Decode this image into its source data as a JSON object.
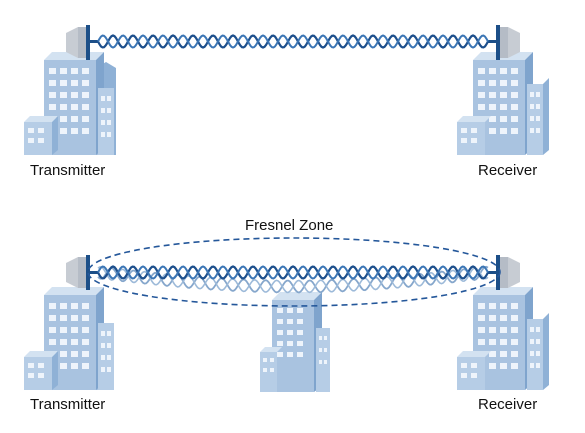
{
  "colors": {
    "building_face": "#a9c3e0",
    "building_side": "#7fa4cd",
    "building_roof": "#d3e2f1",
    "window": "#f2f7fc",
    "wave": "#1d4f8c",
    "wave_reflected": "#86a7cc",
    "antenna": "#1c4f88",
    "antenna_housing": "#c7ccd3",
    "zone": "#24579a"
  },
  "top_link": {
    "transmitter_label": "Transmitter",
    "receiver_label": "Receiver"
  },
  "bottom_link": {
    "zone_label": "Fresnel Zone",
    "transmitter_label": "Transmitter",
    "receiver_label": "Receiver"
  }
}
